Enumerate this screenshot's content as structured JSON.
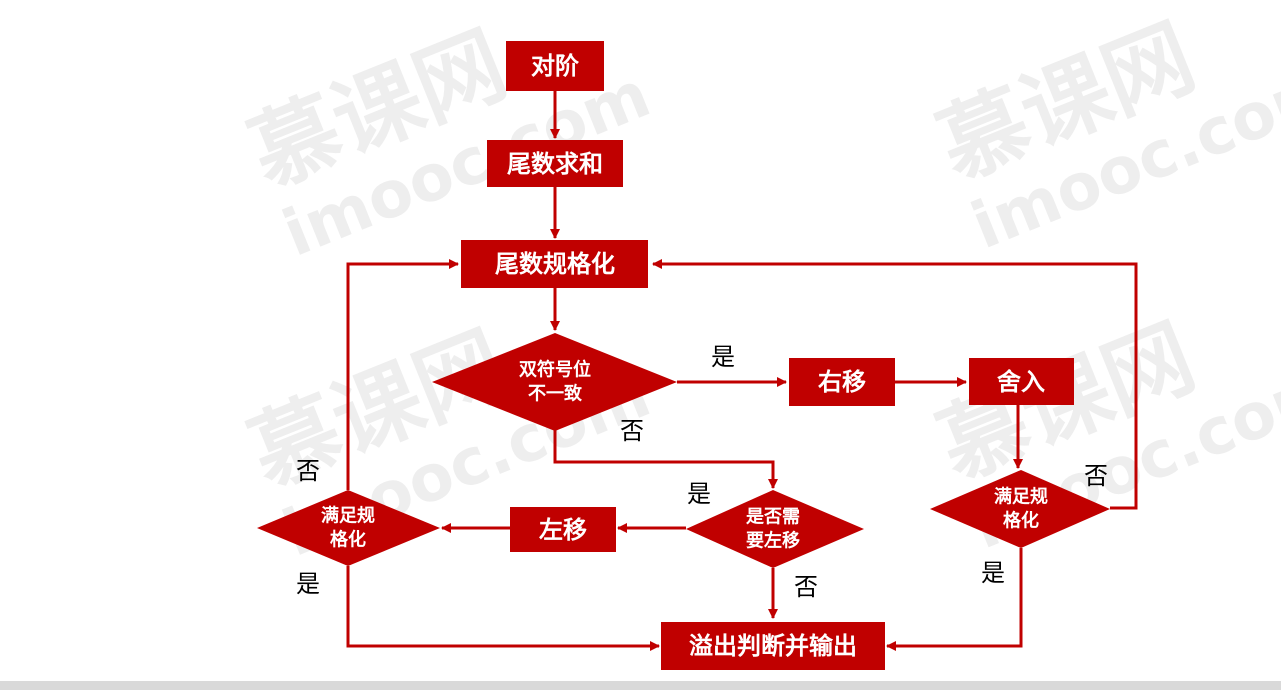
{
  "watermark": {
    "cn": "慕课网",
    "en": "imooc.com"
  },
  "colors": {
    "accent": "#c00000",
    "text_on_accent": "#ffffff",
    "label": "#000000"
  },
  "nodes": {
    "align": "对阶",
    "sum": "尾数求和",
    "normalize": "尾数规格化",
    "sign_check_l1": "双符号位",
    "sign_check_l2": "不一致",
    "shift_right": "右移",
    "round": "舍入",
    "need_left_l1": "是否需",
    "need_left_l2": "要左移",
    "shift_left": "左移",
    "norm_ok_left_l1": "满足规",
    "norm_ok_left_l2": "格化",
    "norm_ok_right_l1": "满足规",
    "norm_ok_right_l2": "格化",
    "overflow_output": "溢出判断并输出"
  },
  "labels": {
    "yes_sign": "是",
    "no_sign": "否",
    "yes_need_left": "是",
    "no_need_left": "否",
    "no_left_norm": "否",
    "yes_left_norm": "是",
    "no_right_norm": "否",
    "yes_right_norm": "是"
  }
}
